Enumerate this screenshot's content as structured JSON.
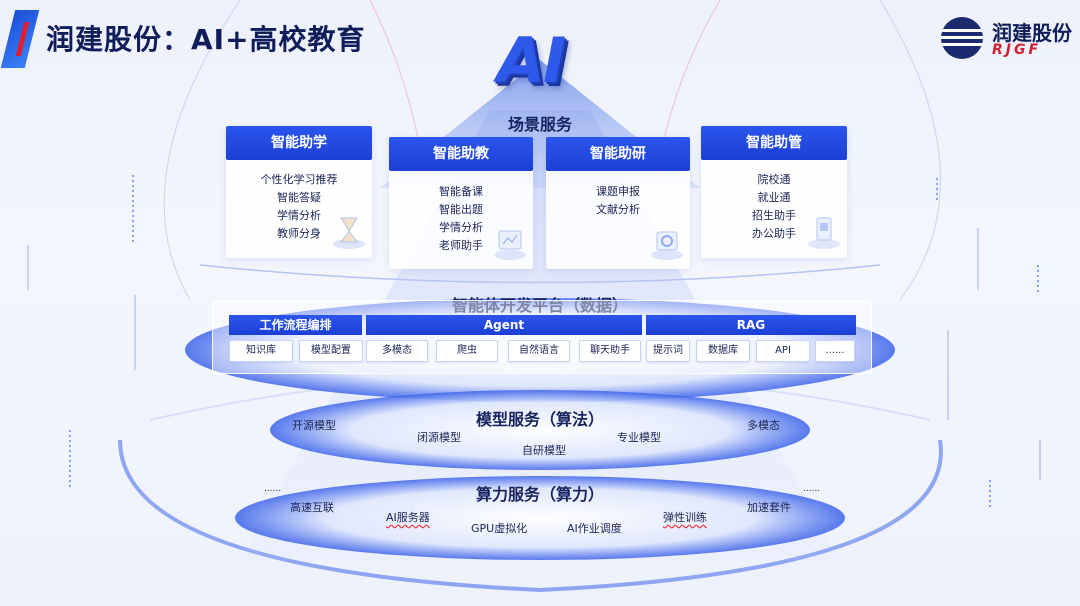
{
  "header": {
    "title": "润建股份：AI+高校教育",
    "logo_cn": "润建股份",
    "logo_en": "RJGF",
    "ai_mark": "AI"
  },
  "scene": {
    "title": "场景服务",
    "cards": [
      {
        "title": "智能助学",
        "items": [
          "个性化学习推荐",
          "智能答疑",
          "学情分析",
          "教师分身"
        ]
      },
      {
        "title": "智能助教",
        "items": [
          "智能备课",
          "智能出题",
          "学情分析",
          "老师助手"
        ]
      },
      {
        "title": "智能助研",
        "items": [
          "课题申报",
          "文献分析"
        ]
      },
      {
        "title": "智能助管",
        "items": [
          "院校通",
          "就业通",
          "招生助手",
          "办公助手"
        ]
      }
    ]
  },
  "platform": {
    "title": "智能体开发平台（数据）",
    "tabs": [
      "工作流程编排",
      "Agent",
      "RAG"
    ],
    "chips": [
      "知识库",
      "模型配置",
      "多模态",
      "爬虫",
      "自然语言",
      "聊天助手",
      "提示词",
      "数据库",
      "API",
      "......"
    ]
  },
  "model": {
    "title": "模型服务（算法）",
    "items": [
      "开源模型",
      "闭源模型",
      "自研模型",
      "专业模型",
      "多模态"
    ]
  },
  "compute": {
    "title": "算力服务（算力）",
    "items": [
      "......",
      "高速互联",
      "AI服务器",
      "GPU虚拟化",
      "AI作业调度",
      "弹性训练",
      "加速套件",
      "......"
    ]
  },
  "colors": {
    "accent": "#1f47e0",
    "brand_red": "#d1202f",
    "text": "#16235e"
  }
}
